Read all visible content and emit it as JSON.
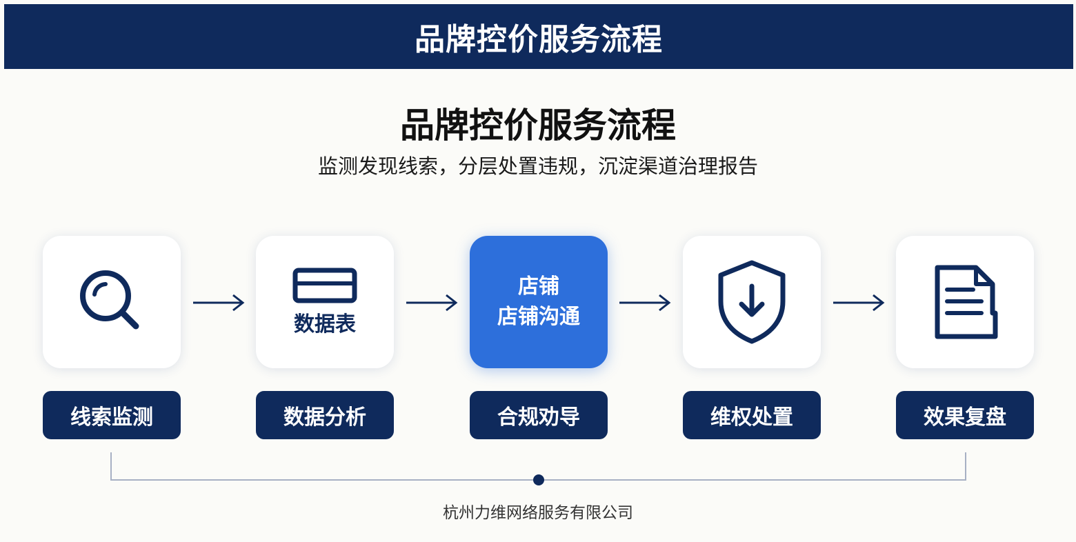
{
  "banner": {
    "title": "品牌控价服务流程"
  },
  "header": {
    "title": "品牌控价服务流程",
    "subtitle": "监测发现线索，分层处置违规，沉淀渠道治理报告"
  },
  "steps": [
    {
      "label": "线索监测",
      "icon": "magnifier-icon"
    },
    {
      "label": "数据分析",
      "icon": "table-icon",
      "icon_text": "数据表"
    },
    {
      "label": "合规劝导",
      "card_lines": [
        "店铺",
        "店铺沟通"
      ]
    },
    {
      "label": "维权处置",
      "icon": "shield-download-icon"
    },
    {
      "label": "效果复盘",
      "icon": "document-icon"
    }
  ],
  "footer": {
    "company": "杭州力维网络服务有限公司"
  },
  "colors": {
    "navy": "#0f2a5c",
    "accent_blue": "#2d6fdb",
    "card_bg": "#ffffff",
    "page_bg": "#fbfbf8"
  }
}
